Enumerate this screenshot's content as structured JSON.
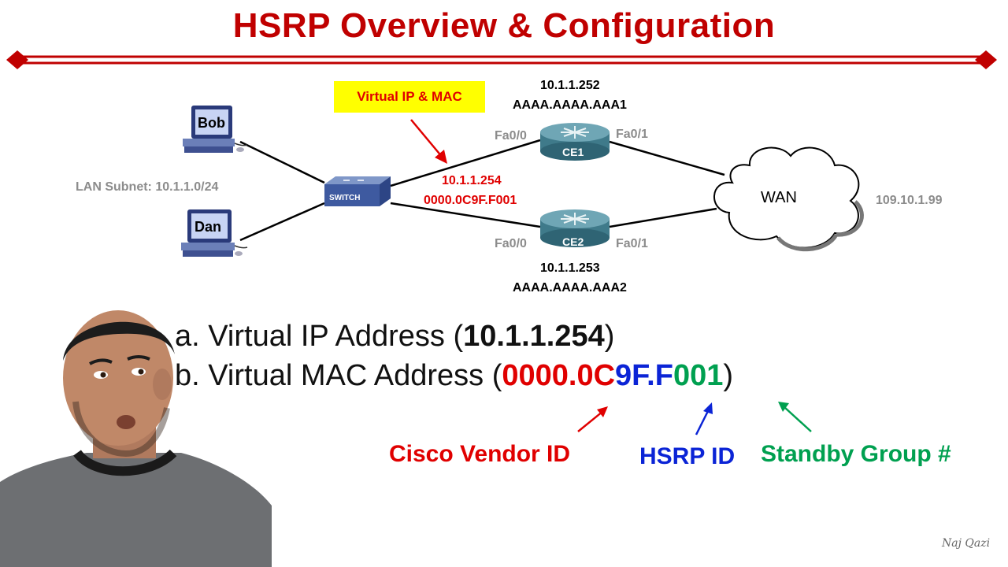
{
  "title": "HSRP Overview & Configuration",
  "colors": {
    "title": "#c00000",
    "red": "#e00000",
    "blue": "#0b24d6",
    "green": "#00a050",
    "gray": "#8c8c8c"
  },
  "diagram": {
    "pcs": [
      {
        "name": "Bob"
      },
      {
        "name": "Dan"
      }
    ],
    "lan_subnet": "LAN Subnet: 10.1.1.0/24",
    "switch_label": "SWITCH",
    "callout": "Virtual IP & MAC",
    "virtual_ip": "10.1.1.254",
    "virtual_mac": "0000.0C9F.F001",
    "routers": [
      {
        "name": "CE1",
        "ip": "10.1.1.252",
        "mac": "AAAA.AAAA.AAA1",
        "if_lan": "Fa0/0",
        "if_wan": "Fa0/1"
      },
      {
        "name": "CE2",
        "ip": "10.1.1.253",
        "mac": "AAAA.AAAA.AAA2",
        "if_lan": "Fa0/0",
        "if_wan": "Fa0/1"
      }
    ],
    "wan_label": "WAN",
    "wan_ip": "109.10.1.99"
  },
  "bullets": {
    "a_prefix": "a. Virtual IP Address (",
    "a_value": "10.1.1.254",
    "a_suffix": ")",
    "b_prefix": "b. Virtual MAC Address (",
    "b_vendor": "0000.0C",
    "b_hsrp": "9F.F",
    "b_group": "001",
    "b_suffix": ")"
  },
  "legend": {
    "vendor": "Cisco Vendor ID",
    "hsrp": "HSRP ID",
    "group": "Standby Group #"
  },
  "signature": "Naj Qazi"
}
